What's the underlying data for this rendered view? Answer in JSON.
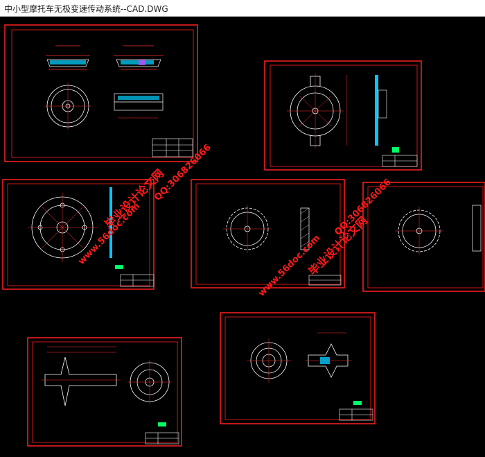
{
  "window": {
    "title": "中小型摩托车无极变速传动系统--CAD.DWG"
  },
  "drawing": {
    "sheets": [
      {
        "id": "sheet-assembly-top-left"
      },
      {
        "id": "sheet-flange-top-right"
      },
      {
        "id": "sheet-disc-mid-left"
      },
      {
        "id": "sheet-sprocket-mid-center"
      },
      {
        "id": "sheet-sprocket-mid-right"
      },
      {
        "id": "sheet-shaft-bottom-left"
      },
      {
        "id": "sheet-hub-bottom-right"
      }
    ],
    "colors": {
      "border": "#ff2020",
      "inner_frame": "#ff2020",
      "geometry": "#ffffff",
      "dimension": "#ff3030",
      "section": "#00c8ff",
      "note": "#00ff66",
      "watermark": "#ff1a1a"
    }
  },
  "watermarks": {
    "site_1": "www.56doc.com",
    "qq_1": "QQ:306826066",
    "brand_1": "毕业设计论文网",
    "site_2": "www.56doc.com",
    "qq_2": "QQ:306826066",
    "brand_2": "毕业设计论文网"
  }
}
